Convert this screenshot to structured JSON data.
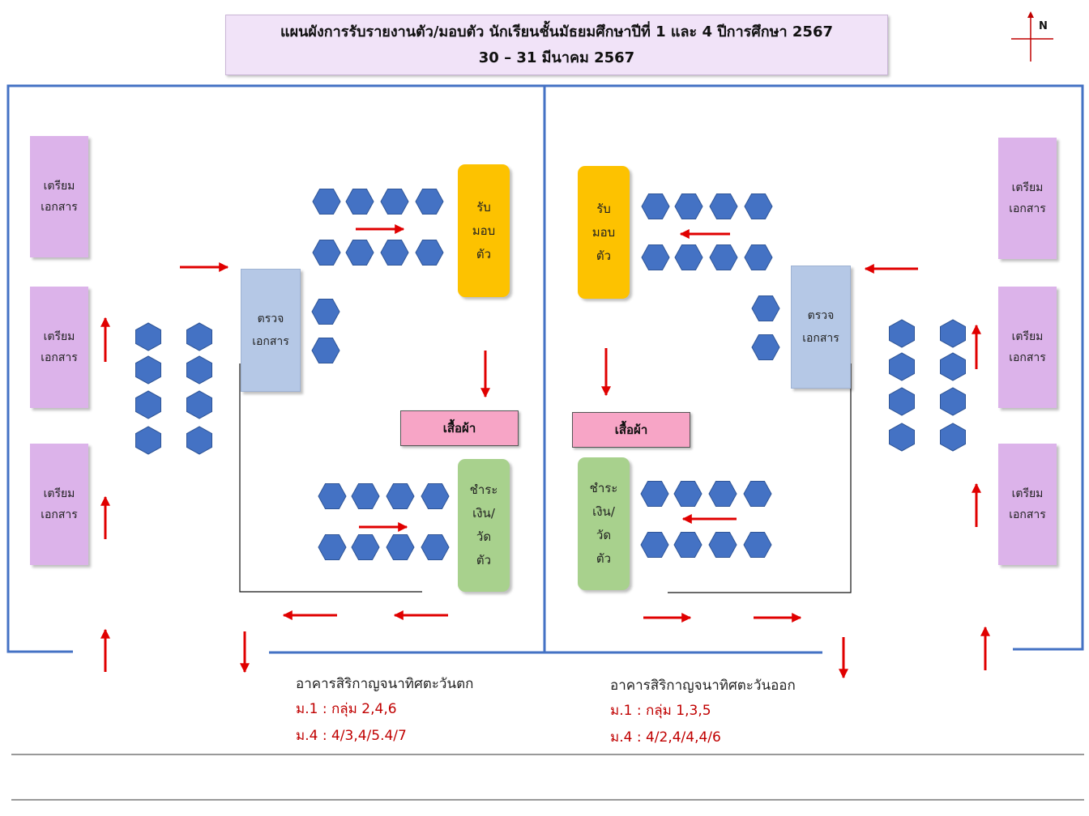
{
  "title": {
    "line1": "แผนผังการรับรายงานตัว/มอบตัว นักเรียนชั้นมัธยมศึกษาปีที่ 1 และ 4 ปีการศึกษา 2567",
    "line2": "30 – 31 มีนาคม 2567"
  },
  "compass": {
    "label": "N"
  },
  "stations": {
    "prep": {
      "line1": "เตรียม",
      "line2": "เอกสาร"
    },
    "check": {
      "line1": "ตรวจ",
      "line2": "เอกสาร"
    },
    "receive": {
      "line1": "รับ",
      "line2": "มอบ",
      "line3": "ตัว"
    },
    "pay": {
      "line1": "ชำระ",
      "line2": "เงิน/",
      "line3": "วัด",
      "line4": "ตัว"
    },
    "shirt": "เสื้อผ้า"
  },
  "buildings": {
    "west": {
      "name": "อาคารสิริกาญจนาทิศตะวันตก",
      "m1": "ม.1 : กลุ่ม 2,4,6",
      "m4": "ม.4 : 4/3,4/5.4/7"
    },
    "east": {
      "name": "อาคารสิริกาญจนาทิศตะวันออก",
      "m1": "ม.1 : กลุ่ม 1,3,5",
      "m4": "ม.4 : 4/2,4/4,4/6"
    }
  },
  "colors": {
    "seat": "#4472c4",
    "arrow": "#e00000",
    "wall": "#4472c4",
    "prep": "#dcb3ea",
    "check": "#b5c8e6",
    "receive": "#fdc200",
    "pay": "#a8d18d",
    "shirt": "#f7a5c6",
    "title_bg": "#f1e3f8"
  },
  "icons": {
    "seat": "hexagon-seat-icon",
    "flow": "red-arrow-icon",
    "compass": "north-compass-icon"
  }
}
